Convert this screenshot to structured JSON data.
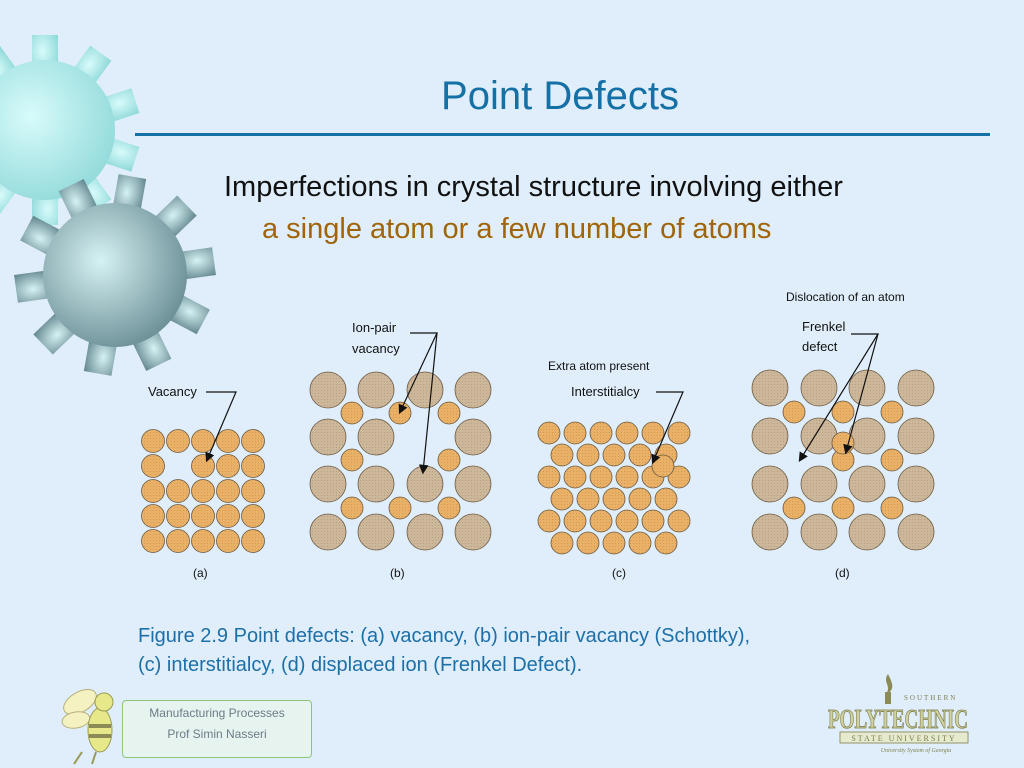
{
  "slide": {
    "title": "Point Defects",
    "subtitle_line1": "Imperfections in crystal structure involving either",
    "subtitle_line2": "a single atom or a few number of atoms",
    "caption_line1": "Figure 2.9  Point defects: (a) vacancy, (b) ion-pair vacancy (Schottky),",
    "caption_line2": "(c) interstitialcy, (d) displaced ion (Frenkel Defect)."
  },
  "figure": {
    "label_vacancy": "Vacancy",
    "label_ionpair_1": "Ion-pair",
    "label_ionpair_2": "vacancy",
    "label_extra_atom": "Extra atom present",
    "label_interstitialcy": "Interstitialcy",
    "label_dislocation": "Dislocation of an atom",
    "label_frenkel_1": "Frenkel",
    "label_frenkel_2": "defect",
    "cap_a": "(a)",
    "cap_b": "(b)",
    "cap_c": "(c)",
    "cap_d": "(d)"
  },
  "footer": {
    "line1": "Manufacturing Processes",
    "line2": "Prof Simin Nasseri",
    "logo_top": "SOUTHERN",
    "logo_main": "POLYTECHNIC",
    "logo_sub": "STATE UNIVERSITY",
    "logo_tag": "University System of Georgia"
  },
  "colors": {
    "title": "#1570a6",
    "highlight": "#a0640a",
    "small_atom": "#e9b167",
    "large_atom": "#cdb79a"
  }
}
